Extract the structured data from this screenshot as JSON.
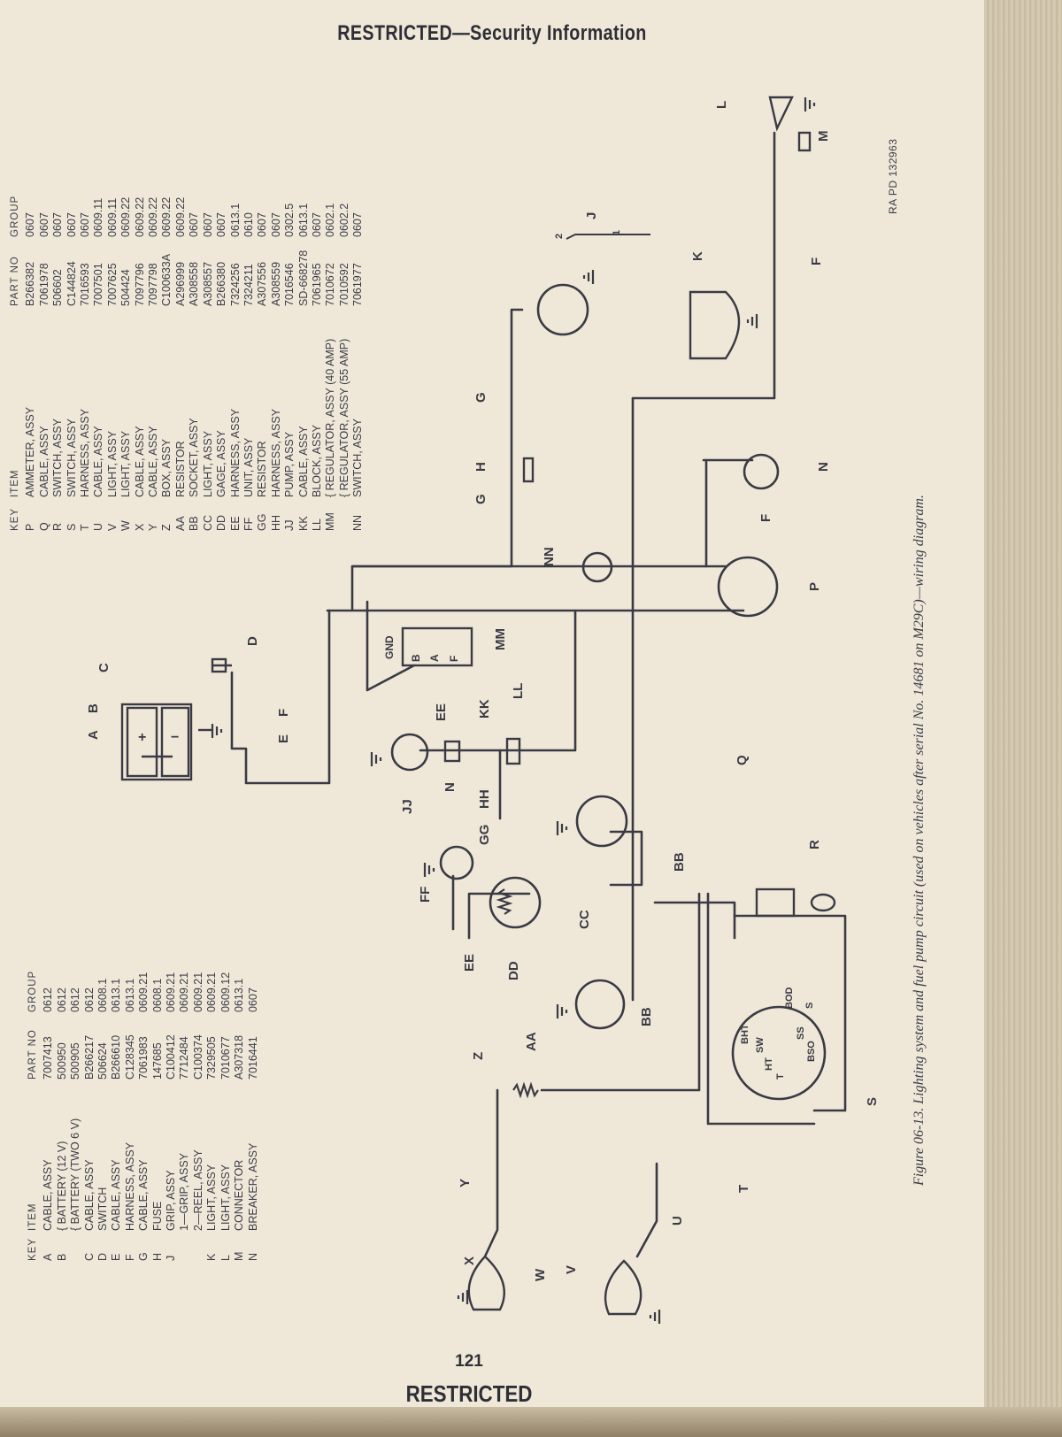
{
  "header": {
    "title": "RESTRICTED—Security Information"
  },
  "footer": {
    "page_number": "121",
    "classification": "RESTRICTED"
  },
  "caption": "Figure 06-13. Lighting system and fuel pump circuit (used on vehicles after serial No. 14681 on M29C)—wiring diagram.",
  "figure_code": "RA PD 132963",
  "table_left": {
    "headers": {
      "key": "KEY",
      "item": "ITEM",
      "part": "PART NO",
      "group": "GROUP"
    },
    "rows": [
      {
        "key": "A",
        "item": "CABLE, ASSY",
        "part": "7007413",
        "group": "0612"
      },
      {
        "key": "B",
        "item": "{ BATTERY (12 V)",
        "part": "500950",
        "group": "0612"
      },
      {
        "key": "",
        "item": "{ BATTERY (TWO 6 V)",
        "part": "500905",
        "group": "0612"
      },
      {
        "key": "C",
        "item": "CABLE, ASSY",
        "part": "B266217",
        "group": "0612"
      },
      {
        "key": "D",
        "item": "SWITCH",
        "part": "506624",
        "group": "0608.1"
      },
      {
        "key": "E",
        "item": "CABLE, ASSY",
        "part": "B266610",
        "group": "0613.1"
      },
      {
        "key": "F",
        "item": "HARNESS, ASSY",
        "part": "C128345",
        "group": "0613.1"
      },
      {
        "key": "G",
        "item": "CABLE, ASSY",
        "part": "7061983",
        "group": "0609.21"
      },
      {
        "key": "H",
        "item": "FUSE",
        "part": "147685",
        "group": "0608.1"
      },
      {
        "key": "J",
        "item": "GRIP, ASSY",
        "part": "C100412",
        "group": "0609.21"
      },
      {
        "key": "",
        "item": "1—GRIP, ASSY",
        "part": "7712484",
        "group": "0609.21"
      },
      {
        "key": "",
        "item": "2—REEL, ASSY",
        "part": "C100374",
        "group": "0609.21"
      },
      {
        "key": "K",
        "item": "LIGHT, ASSY",
        "part": "7329505",
        "group": "0609.21"
      },
      {
        "key": "L",
        "item": "LIGHT, ASSY",
        "part": "7010677",
        "group": "0609.12"
      },
      {
        "key": "M",
        "item": "CONNECTOR",
        "part": "A307318",
        "group": "0613.1"
      },
      {
        "key": "N",
        "item": "BREAKER, ASSY",
        "part": "7016441",
        "group": "0607"
      }
    ]
  },
  "table_right": {
    "headers": {
      "key": "KEY",
      "item": "ITEM",
      "part": "PART NO",
      "group": "GROUP"
    },
    "rows": [
      {
        "key": "P",
        "item": "AMMETER, ASSY",
        "part": "B266382",
        "group": "0607"
      },
      {
        "key": "Q",
        "item": "CABLE, ASSY",
        "part": "7061978",
        "group": "0607"
      },
      {
        "key": "R",
        "item": "SWITCH, ASSY",
        "part": "506602",
        "group": "0607"
      },
      {
        "key": "S",
        "item": "SWITCH, ASSY",
        "part": "C144824",
        "group": "0607"
      },
      {
        "key": "T",
        "item": "HARNESS, ASSY",
        "part": "7016593",
        "group": "0607"
      },
      {
        "key": "U",
        "item": "CABLE, ASSY",
        "part": "7007501",
        "group": "0609.11"
      },
      {
        "key": "V",
        "item": "LIGHT, ASSY",
        "part": "7007625",
        "group": "0609.11"
      },
      {
        "key": "W",
        "item": "LIGHT, ASSY",
        "part": "504424",
        "group": "0609.22"
      },
      {
        "key": "X",
        "item": "CABLE, ASSY",
        "part": "7097796",
        "group": "0609.22"
      },
      {
        "key": "Y",
        "item": "CABLE, ASSY",
        "part": "7097798",
        "group": "0609.22"
      },
      {
        "key": "Z",
        "item": "BOX, ASSY",
        "part": "C100633A",
        "group": "0609.22"
      },
      {
        "key": "AA",
        "item": "RESISTOR",
        "part": "A296999",
        "group": "0609.22"
      },
      {
        "key": "BB",
        "item": "SOCKET, ASSY",
        "part": "A308558",
        "group": "0607"
      },
      {
        "key": "CC",
        "item": "LIGHT, ASSY",
        "part": "A308557",
        "group": "0607"
      },
      {
        "key": "DD",
        "item": "GAGE, ASSY",
        "part": "B266380",
        "group": "0607"
      },
      {
        "key": "EE",
        "item": "HARNESS, ASSY",
        "part": "7324256",
        "group": "0613.1"
      },
      {
        "key": "FF",
        "item": "UNIT, ASSY",
        "part": "7324211",
        "group": "0610"
      },
      {
        "key": "GG",
        "item": "RESISTOR",
        "part": "A307556",
        "group": "0607"
      },
      {
        "key": "HH",
        "item": "HARNESS, ASSY",
        "part": "A308559",
        "group": "0607"
      },
      {
        "key": "JJ",
        "item": "PUMP, ASSY",
        "part": "7016546",
        "group": "0302.5"
      },
      {
        "key": "KK",
        "item": "CABLE, ASSY",
        "part": "SD-668278",
        "group": "0613.1"
      },
      {
        "key": "LL",
        "item": "BLOCK, ASSY",
        "part": "7061965",
        "group": "0607"
      },
      {
        "key": "MM",
        "item": "{ REGULATOR, ASSY (40 AMP)",
        "part": "7010672",
        "group": "0602.1"
      },
      {
        "key": "",
        "item": "{ REGULATOR, ASSY (55 AMP)",
        "part": "7010592",
        "group": "0602.2"
      },
      {
        "key": "NN",
        "item": "SWITCH, ASSY",
        "part": "7061977",
        "group": "0607"
      }
    ]
  },
  "diagram_labels": {
    "A": "A",
    "B": "B",
    "C": "C",
    "D": "D",
    "E": "E",
    "F": "F",
    "G": "G",
    "H": "H",
    "J": "J",
    "K": "K",
    "L": "L",
    "M": "M",
    "N": "N",
    "P": "P",
    "Q": "Q",
    "R": "R",
    "S": "S",
    "T": "T",
    "U": "U",
    "V": "V",
    "W": "W",
    "X": "X",
    "Y": "Y",
    "Z": "Z",
    "AA": "AA",
    "BB": "BB",
    "CC": "CC",
    "DD": "DD",
    "EE": "EE",
    "FF": "FF",
    "GG": "GG",
    "HH": "HH",
    "JJ": "JJ",
    "KK": "KK",
    "LL": "LL",
    "MM": "MM",
    "NN": "NN",
    "reel_1": "1",
    "reel_2": "2",
    "reg_gnd": "GND",
    "reg_b": "B",
    "reg_a": "A",
    "reg_f": "F",
    "bat_plus": "+",
    "bat_minus": "−",
    "sw_bht": "BHT",
    "sw_sw": "SW",
    "sw_bod": "BOD",
    "sw_s": "S",
    "sw_ss": "SS",
    "sw_bso": "BSO",
    "sw_ht": "HT",
    "sw_t": "T"
  }
}
